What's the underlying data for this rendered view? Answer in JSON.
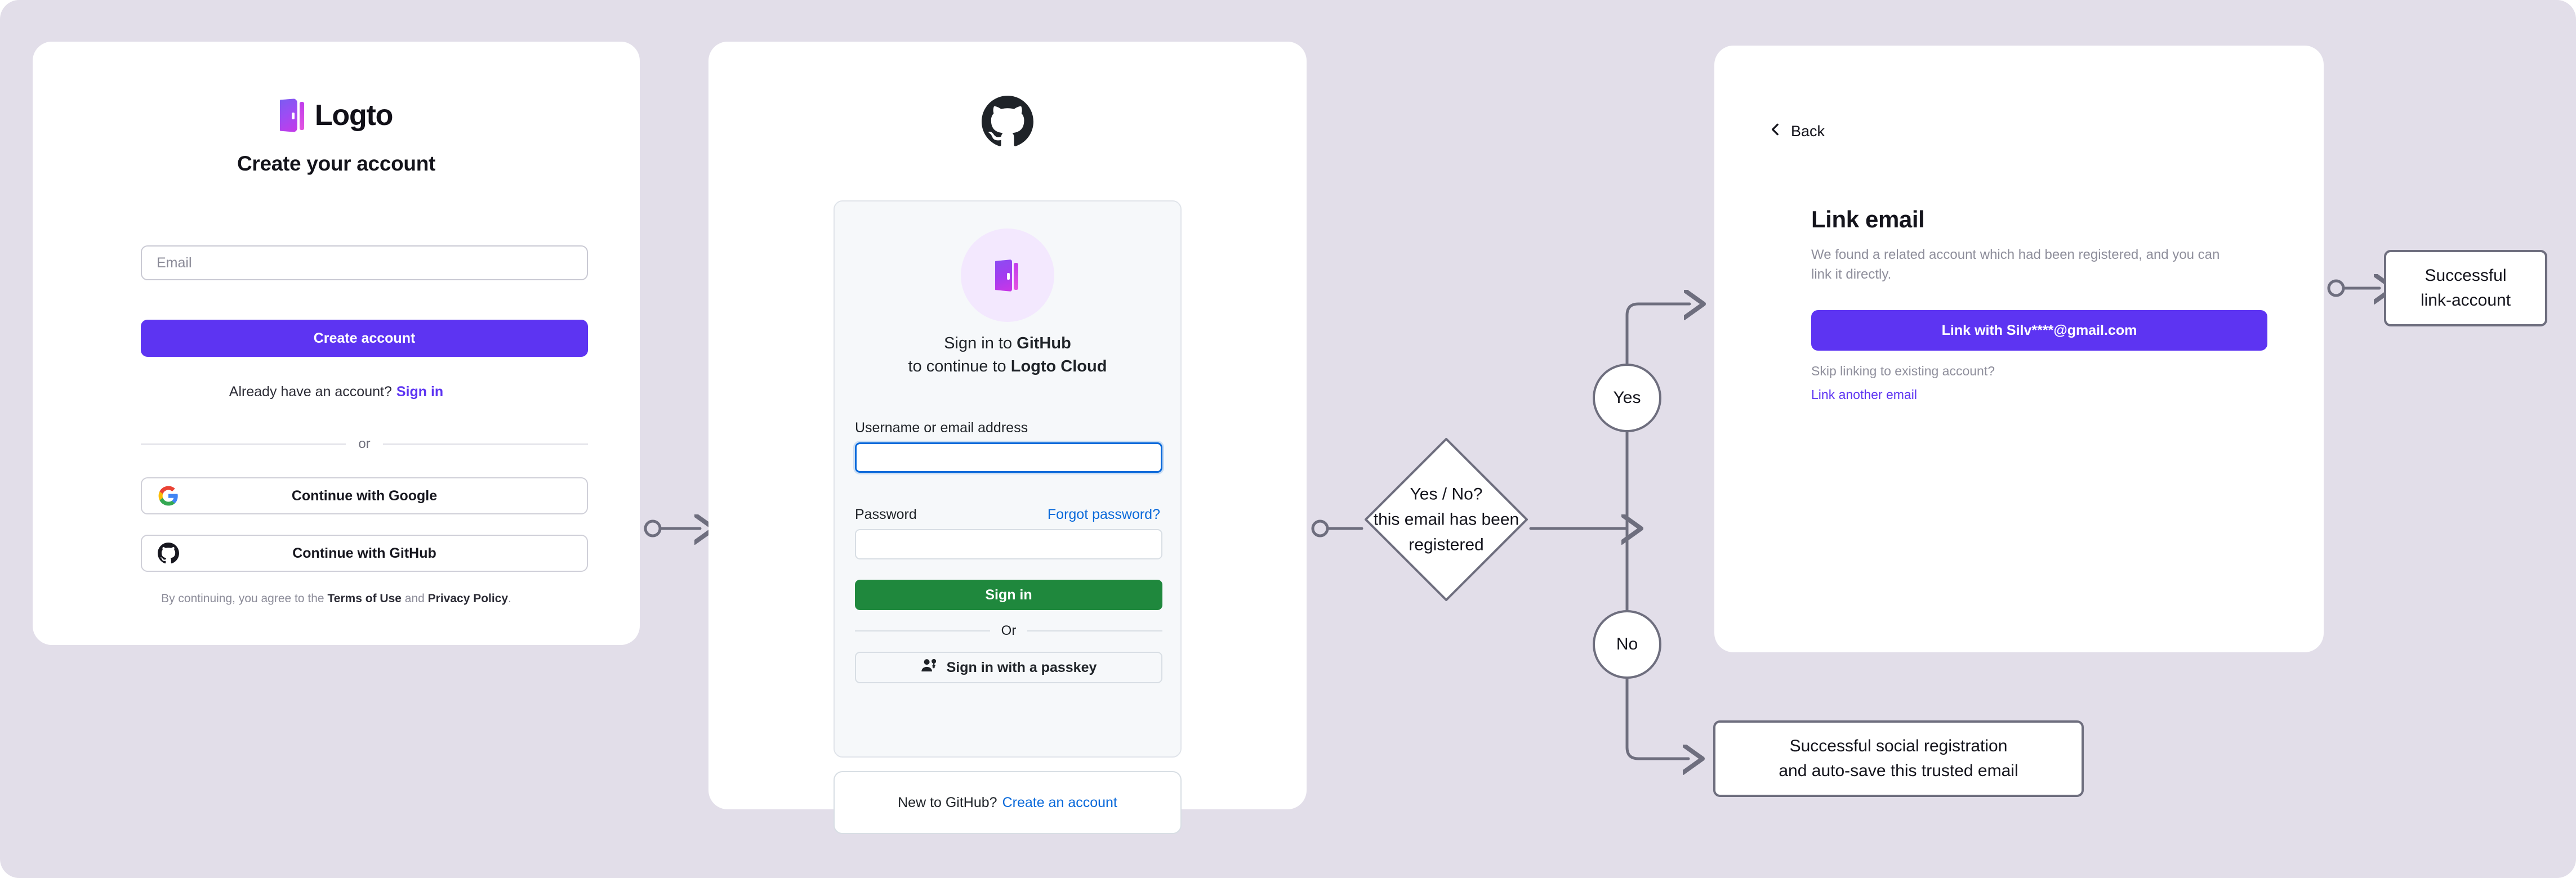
{
  "background_color": "#E2DEE9",
  "accent_color": "#5D34F2",
  "github_green": "#1F883D",
  "github_blue": "#0969DA",
  "flow_stroke_color": "#6E6E7E",
  "signup_card": {
    "brand": "Logto",
    "title": "Create your account",
    "email_placeholder": "Email",
    "submit_label": "Create account",
    "have_account_text": "Already have an account?",
    "sign_in_link": "Sign in",
    "divider_label": "or",
    "social": [
      {
        "icon": "google-icon",
        "label": "Continue with Google"
      },
      {
        "icon": "github-icon",
        "label": "Continue with GitHub"
      }
    ],
    "legal_prefix": "By continuing, you agree to the ",
    "legal_terms": "Terms of Use",
    "legal_and": " and ",
    "legal_privacy": "Privacy Policy",
    "legal_suffix": "."
  },
  "github_card": {
    "logo_icon": "github-icon",
    "app_icon": "logto-door-icon",
    "heading_line1_prefix": "Sign in to ",
    "heading_line1_strong": "GitHub",
    "heading_line2_prefix": "to continue to ",
    "heading_line2_strong": "Logto Cloud",
    "username_label": "Username or email address",
    "username_value": "",
    "password_label": "Password",
    "password_value": "",
    "forgot_password": "Forgot password?",
    "submit_label": "Sign in",
    "divider_label": "Or",
    "passkey_icon": "person-key-icon",
    "passkey_label": "Sign in with a passkey",
    "footer_text": "New to GitHub?",
    "footer_link": "Create an account"
  },
  "link_card": {
    "back_icon": "chevron-left-icon",
    "back_label": "Back",
    "title": "Link email",
    "description": "We found a related account which had been registered, and you can link it directly.",
    "primary_label": "Link with Silv****@gmail.com",
    "skip_text": "Skip linking to existing account?",
    "another_link": "Link another email"
  },
  "flow": {
    "decision_line1": "Yes / No?",
    "decision_line2": "this email has been",
    "decision_line3": "registered",
    "yes_label": "Yes",
    "no_label": "No",
    "result_link_line1": "Successful",
    "result_link_line2": "link-account",
    "result_social_line1": "Successful social registration",
    "result_social_line2": "and auto-save this trusted email"
  }
}
